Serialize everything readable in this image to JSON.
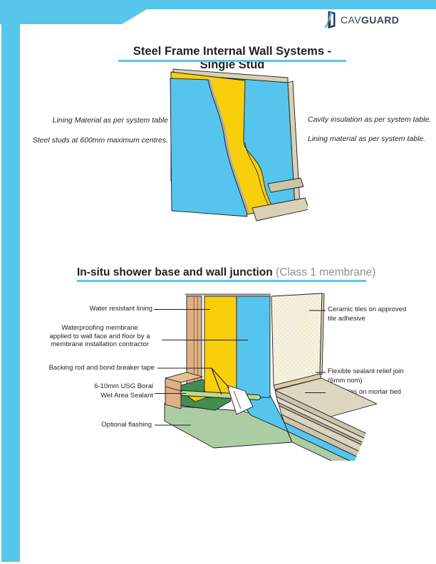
{
  "brand": {
    "prefix": "CAV",
    "suffix": "GUARD"
  },
  "colors": {
    "accent_blue": "#56C6EC",
    "panel_blue": "#56C5EE",
    "insulation_yellow": "#F9CE0B",
    "steel_tan": "#D8D1B5",
    "timber_tan": "#DFB084",
    "tile_cream": "#F6F1DE",
    "hob_green": "#418D52",
    "floor_green": "#ACCDA3",
    "title_note_gray": "#8D8F92"
  },
  "section1": {
    "title": "Steel Frame Internal Wall Systems - Single Stud",
    "labels_left": [
      "Lining Material as per system table",
      "Steel studs at 600mm maximum centres."
    ],
    "labels_right": [
      "Cavity insulation as per system table.",
      "Lining material as per system table."
    ]
  },
  "section2": {
    "title": "In-situ shower base and wall junction",
    "title_note": "(Class 1 membrane)",
    "labels_left": {
      "water_resistant_lining": "Water resistant lining",
      "membrane_l1": "Waterproofing membrane",
      "membrane_l2": "applied to wall face and floor by a",
      "membrane_l3": "membrane installation contractor",
      "backing_rod": "Backing rod and bond breaker tape",
      "sealant_l1": "6-10mm USG Boral",
      "sealant_l2": "Wet Area Sealant",
      "optional_flashing": "Optional flashing"
    },
    "labels_right": {
      "ceramic_l1": "Ceramic tiles on approved",
      "ceramic_l2": "tile adhesive",
      "relief_l1": "Flexible sealant relief join",
      "relief_l2": "(6mm nom)",
      "floor_tiles": "Floor tiles on mortar bed"
    }
  }
}
